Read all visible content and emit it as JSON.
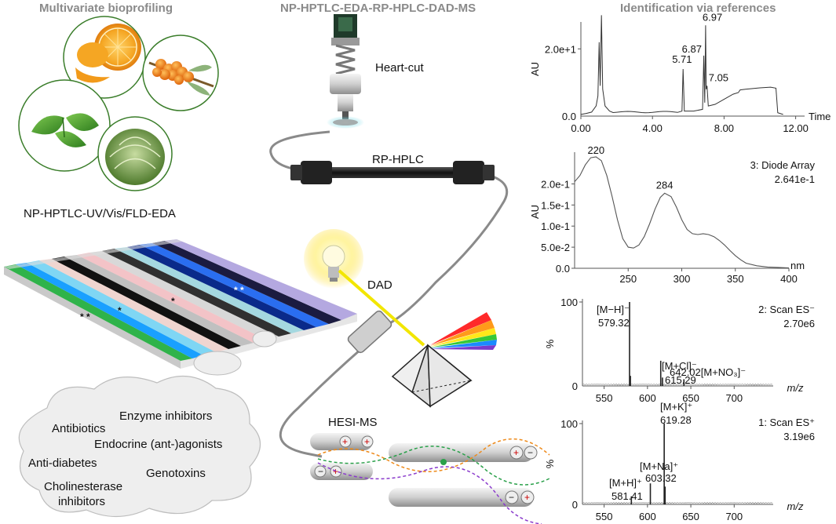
{
  "headers": {
    "left": "Multivariate bioprofiling",
    "center": "NP-HPTLC-EDA-RP-HPLC-DAD-MS",
    "right": "Identification via references"
  },
  "labels": {
    "heart_cut": "Heart-cut",
    "rp_hplc": "RP-HPLC",
    "dad": "DAD",
    "hesi_ms": "HESI-MS",
    "plate_title": "NP-HPTLC-UV/Vis/FLD-EDA"
  },
  "cloud_items": [
    "Antibiotics",
    "Enzyme inhibitors",
    "Endocrine (ant-)agonists",
    "Anti-diabetes",
    "Genotoxins",
    "Cholinesterase",
    "inhibitors"
  ],
  "colors": {
    "header_gray": "#8a8a8a",
    "plate_green": "#2fb34a",
    "beam_yellow": "#f2e600",
    "cloud_fill": "#eeeeee",
    "circle_border": "#3a7d2a"
  },
  "chart_data": [
    {
      "type": "line",
      "ylabel": "AU",
      "xlabel": "Time",
      "y_tick_labels": [
        "2.0e+1",
        "0.0"
      ],
      "x_tick_labels": [
        "0.00",
        "4.00",
        "8.00",
        "12.00"
      ],
      "x_ticks": [
        0,
        4,
        8,
        12
      ],
      "xlim": [
        0,
        12.5
      ],
      "peak_labels": [
        "5.71",
        "6.87",
        "6.97",
        "7.05"
      ],
      "peaks": [
        {
          "x": 5.71,
          "y": 14
        },
        {
          "x": 6.87,
          "y": 18
        },
        {
          "x": 6.97,
          "y": 27
        },
        {
          "x": 7.05,
          "y": 9
        }
      ]
    },
    {
      "type": "line",
      "title": "3: Diode Array",
      "max_label": "2.641e-1",
      "ylabel": "AU",
      "xlabel": "nm",
      "y_tick_labels": [
        "2.0e-1",
        "1.5e-1",
        "1.0e-1",
        "5.0e-2",
        "0.0"
      ],
      "x_tick_labels": [
        "250",
        "300",
        "350",
        "400"
      ],
      "x_ticks": [
        250,
        300,
        350,
        400
      ],
      "xlim": [
        200,
        400
      ],
      "ylim": [
        0,
        0.264
      ],
      "peak_labels": [
        "220",
        "284"
      ],
      "x": [
        200,
        205,
        210,
        215,
        220,
        225,
        230,
        235,
        240,
        245,
        250,
        255,
        260,
        265,
        270,
        275,
        280,
        284,
        290,
        295,
        300,
        305,
        310,
        315,
        320,
        325,
        330,
        335,
        340,
        345,
        350,
        355,
        360,
        370,
        380,
        390,
        400
      ],
      "y": [
        0.205,
        0.22,
        0.245,
        0.262,
        0.264,
        0.255,
        0.22,
        0.17,
        0.115,
        0.07,
        0.05,
        0.048,
        0.055,
        0.075,
        0.105,
        0.14,
        0.168,
        0.178,
        0.17,
        0.145,
        0.115,
        0.092,
        0.082,
        0.08,
        0.082,
        0.08,
        0.075,
        0.066,
        0.055,
        0.042,
        0.03,
        0.02,
        0.012,
        0.006,
        0.003,
        0.002,
        0.001
      ]
    },
    {
      "type": "bar",
      "title": "2: Scan ES⁻",
      "max_label": "2.70e6",
      "ylabel": "%",
      "xlabel": "m/z",
      "y_tick_labels": [
        "100",
        "0"
      ],
      "x_tick_labels": [
        "550",
        "600",
        "650",
        "700"
      ],
      "x_ticks": [
        550,
        600,
        650,
        700
      ],
      "xlim": [
        525,
        745
      ],
      "ylim": [
        0,
        100
      ],
      "peak_labels": [
        "[M−H]⁻",
        "579.32",
        "[M+Cl]⁻",
        "615.29",
        "642.02[M+NO₃]⁻"
      ],
      "peaks": [
        {
          "mz": 579.32,
          "rel": 100
        },
        {
          "mz": 580.3,
          "rel": 12
        },
        {
          "mz": 615.29,
          "rel": 30
        },
        {
          "mz": 617.3,
          "rel": 10
        },
        {
          "mz": 642.02,
          "rel": 8
        }
      ]
    },
    {
      "type": "bar",
      "title": "1: Scan ES⁺",
      "max_label": "3.19e6",
      "ylabel": "%",
      "xlabel": "m/z",
      "y_tick_labels": [
        "100",
        "0"
      ],
      "x_tick_labels": [
        "550",
        "600",
        "650",
        "700"
      ],
      "x_ticks": [
        550,
        600,
        650,
        700
      ],
      "xlim": [
        525,
        745
      ],
      "ylim": [
        0,
        100
      ],
      "peak_labels": [
        "[M+K]⁺",
        "619.28",
        "[M+Na]⁺",
        "603.32",
        "[M+H]⁺",
        "581.41"
      ],
      "peaks": [
        {
          "mz": 581.41,
          "rel": 10
        },
        {
          "mz": 603.32,
          "rel": 26
        },
        {
          "mz": 619.28,
          "rel": 100
        },
        {
          "mz": 620.3,
          "rel": 22
        }
      ]
    }
  ]
}
